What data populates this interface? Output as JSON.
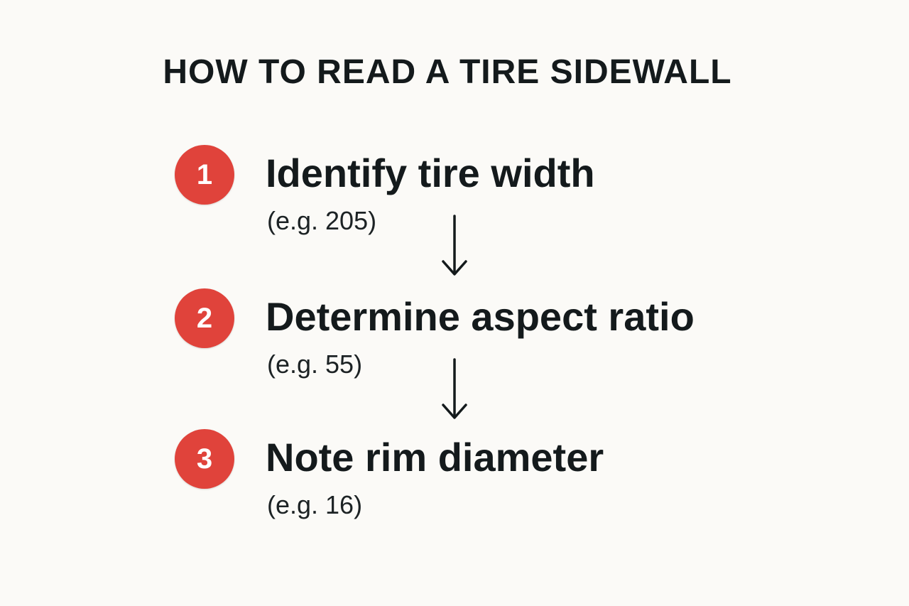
{
  "title": "HOW TO READ A TIRE SIDEWALL",
  "colors": {
    "background": "#fbfaf7",
    "badge": "#e0433b",
    "text": "#141a1c"
  },
  "steps": [
    {
      "number": "1",
      "title": "Identify tire width",
      "example": "(e.g. 205)"
    },
    {
      "number": "2",
      "title": "Determine aspect ratio",
      "example": "(e.g. 55)"
    },
    {
      "number": "3",
      "title": "Note rim diameter",
      "example": "(e.g. 16)"
    }
  ],
  "connector_icon": "down-arrow-icon"
}
